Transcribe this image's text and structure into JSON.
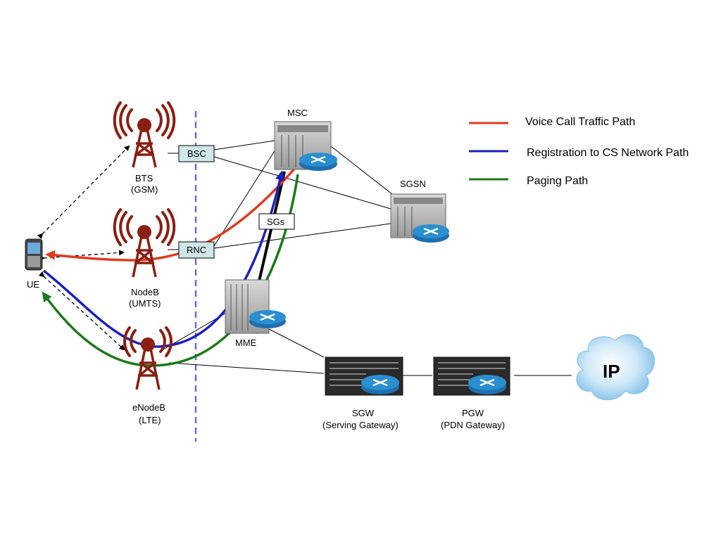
{
  "nodes": {
    "ue": {
      "label": "UE"
    },
    "bts": {
      "label_1": "BTS",
      "label_2": "(GSM)"
    },
    "nodeb": {
      "label_1": "NodeB",
      "label_2": "(UMTS)"
    },
    "enodeb": {
      "label_1": "eNodeB",
      "label_2": "(LTE)"
    },
    "bsc": {
      "label": "BSC"
    },
    "rnc": {
      "label": "RNC"
    },
    "msc": {
      "label": "MSC"
    },
    "sgsn": {
      "label": "SGSN"
    },
    "mme": {
      "label": "MME"
    },
    "sgs": {
      "label": "SGs"
    },
    "sgw": {
      "label_1": "SGW",
      "label_2": "(Serving Gateway)"
    },
    "pgw": {
      "label_1": "PGW",
      "label_2": "(PDN Gateway)"
    },
    "ip": {
      "label": "IP"
    }
  },
  "legend": [
    {
      "label": "Voice Call Traffic Path",
      "color": "#e03a1e"
    },
    {
      "label": "Registration to CS Network Path",
      "color": "#1b1fbf"
    },
    {
      "label": "Paging Path",
      "color": "#1a7a1a"
    }
  ],
  "colors": {
    "tower": "#8a1f12",
    "divider": "#6a6ae0",
    "ctrl_box": "#cfe6ea",
    "router": "#2a8fd0",
    "cloud": "#8ec8ee"
  }
}
